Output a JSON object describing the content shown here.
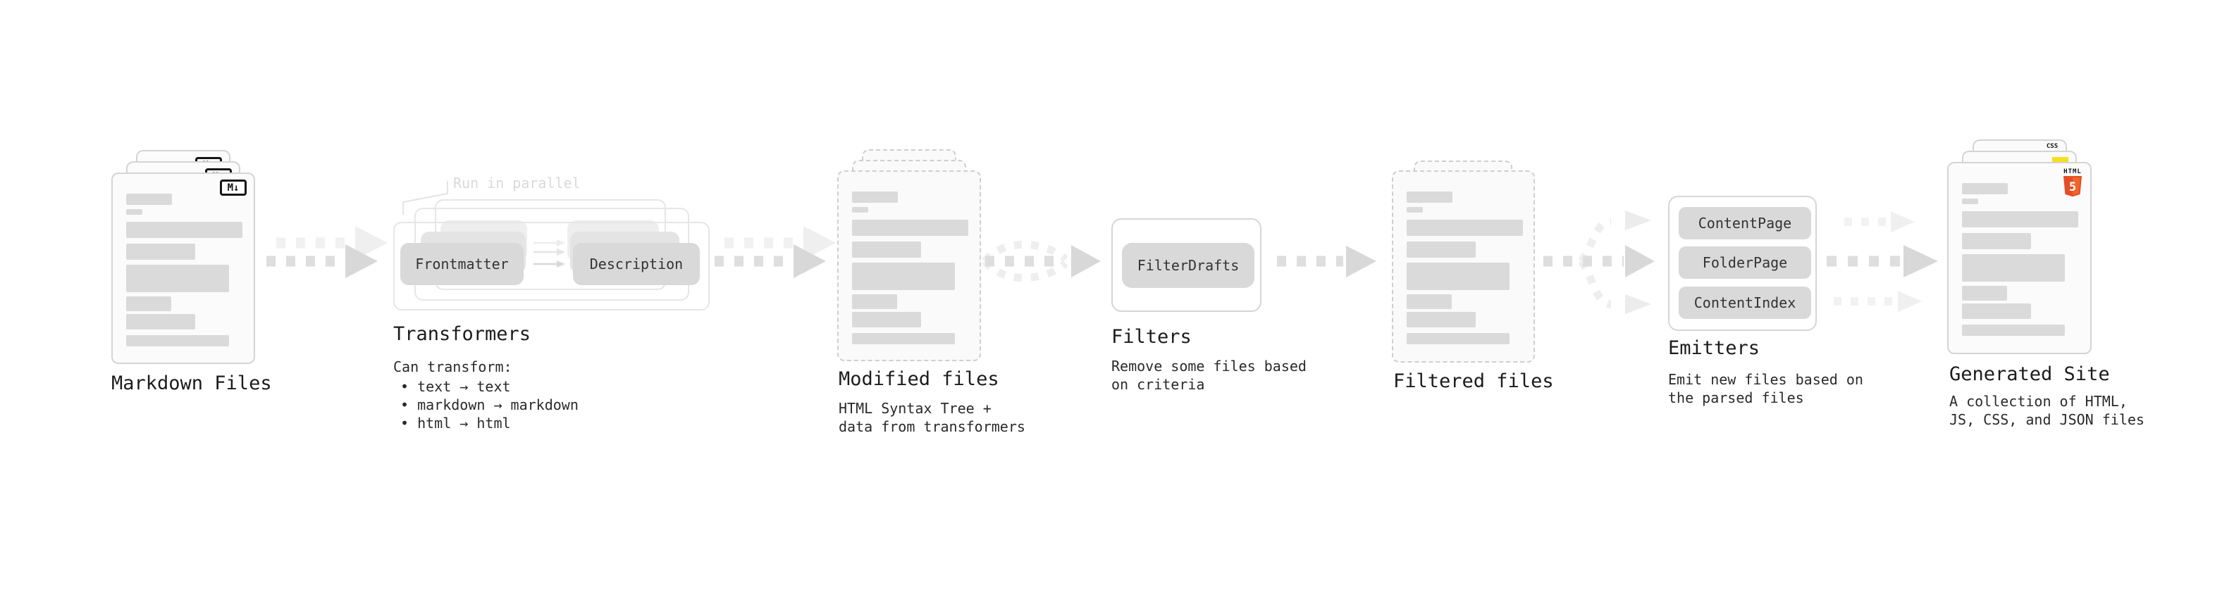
{
  "markdown": {
    "title": "Markdown Files",
    "badge": "M↓"
  },
  "transformers": {
    "note": "Run in parallel",
    "box1": "Frontmatter",
    "box2": "Description",
    "title": "Transformers",
    "desc_heading": "Can transform:",
    "bullet1": "• text → text",
    "bullet2": "• markdown → markdown",
    "bullet3": "• html → html"
  },
  "modified": {
    "title": "Modified files",
    "subtitle": "HTML Syntax Tree +\ndata from transformers"
  },
  "filters": {
    "box": "FilterDrafts",
    "title": "Filters",
    "subtitle": "Remove some files based\non criteria"
  },
  "filtered": {
    "title": "Filtered files"
  },
  "emitters": {
    "box1": "ContentPage",
    "box2": "FolderPage",
    "box3": "ContentIndex",
    "title": "Emitters",
    "subtitle": "Emit new files based on\nthe parsed files"
  },
  "generated": {
    "title": "Generated Site",
    "subtitle": "A collection of HTML,\nJS, CSS, and JSON files",
    "badge_css": "CSS",
    "badge_html_label": "HTML",
    "badge_html_number": "5"
  },
  "colors": {
    "arrow_main": "#dedede",
    "arrow_head": "#d8d8d8",
    "arrow_light": "#eeeeee",
    "html5_orange": "#e44d26",
    "js_yellow": "#f7df1e",
    "css_blue": "#2f6fe4"
  }
}
